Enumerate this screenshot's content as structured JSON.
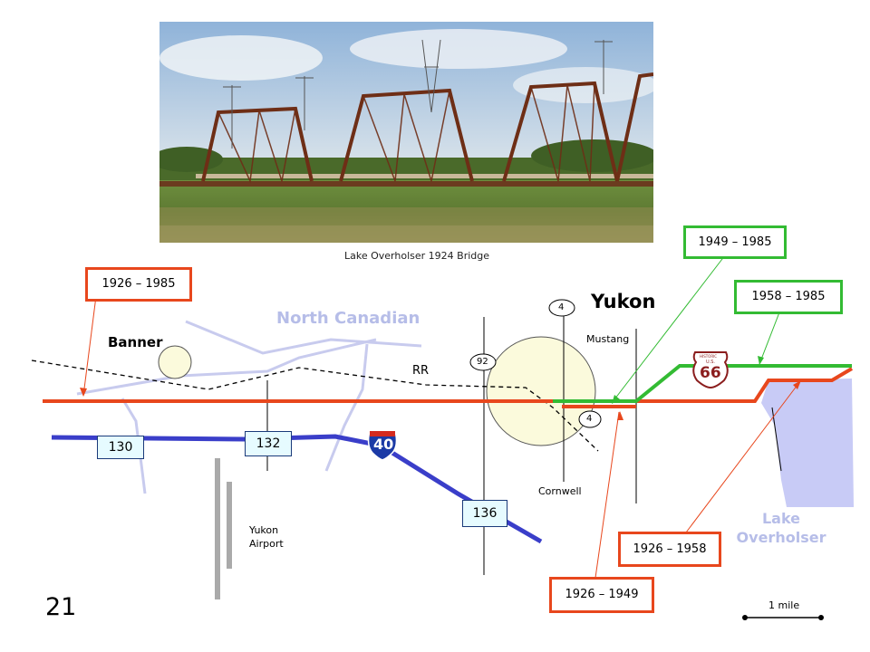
{
  "photo": {
    "caption": "Lake Overholser 1924 Bridge"
  },
  "towns": {
    "yukon": "Yukon",
    "banner": "Banner",
    "mustang": "Mustang",
    "cornwell": "Cornwell",
    "airport": "Yukon Airport"
  },
  "water": {
    "river": "North Canadian",
    "lake": "Lake Overholser"
  },
  "rail_label": "RR",
  "route_shields": {
    "hwy4_top": "4",
    "hwy4_bottom": "4",
    "hwy92": "92",
    "interstate": "40",
    "route66_top": "HISTORIC",
    "route66_mid": "U.S.",
    "route66_num": "66"
  },
  "turnpike_boxes": [
    "130",
    "132",
    "136"
  ],
  "date_boxes": {
    "red_1926_1985": "1926 – 1985",
    "green_1949_1985": "1949 – 1985",
    "green_1958_1985": "1958 – 1985",
    "red_1926_1958": "1926 – 1958",
    "red_1926_1949": "1926 – 1949"
  },
  "scale_label": "1 mile",
  "page_number": "21",
  "colors": {
    "route66_red": "#e8471d",
    "route66_green": "#33bb33",
    "interstate_blue": "#3a3ec9",
    "river": "#c8cbee",
    "lake": "#c8cbf6",
    "town_fill": "#fbfadc"
  }
}
